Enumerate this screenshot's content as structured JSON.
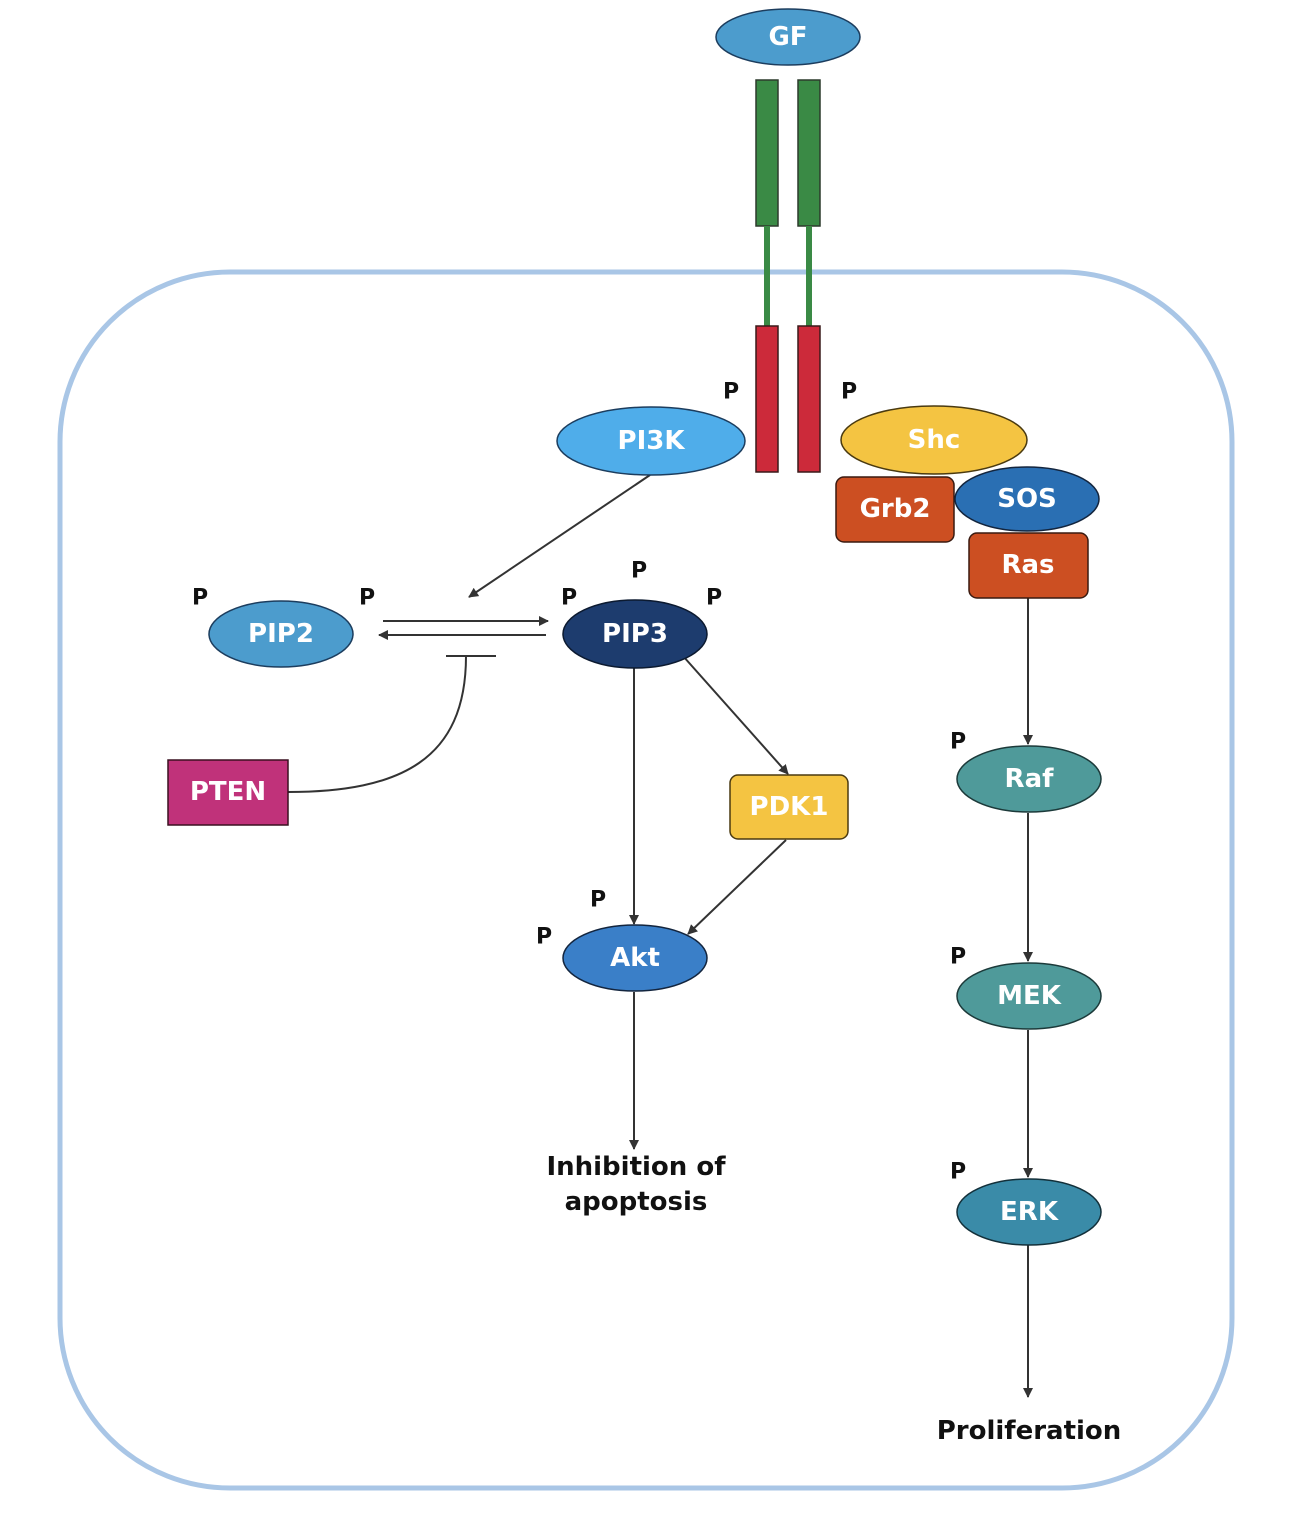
{
  "nodes": {
    "gf": "GF",
    "pi3k": "PI3K",
    "shc": "Shc",
    "grb2": "Grb2",
    "sos": "SOS",
    "ras": "Ras",
    "pip2": "PIP2",
    "pip3": "PIP3",
    "pten": "PTEN",
    "pdk1": "PDK1",
    "akt": "Akt",
    "raf": "Raf",
    "mek": "MEK",
    "erk": "ERK"
  },
  "phospho_label": "P",
  "outcomes": {
    "apoptosis_line1": "Inhibition of",
    "apoptosis_line2": "apoptosis",
    "proliferation": "Proliferation"
  },
  "colors": {
    "membrane": "#a9c6e6",
    "receptor_extracellular": "#3a8a45",
    "receptor_intracellular": "#cc2a3a",
    "gf": "#4c9ccd",
    "pi3k": "#4fadea",
    "shc": "#f4c442",
    "grb2": "#cc4f22",
    "sos": "#2a6fb3",
    "ras": "#cc4f22",
    "pip2": "#4c9ccd",
    "pip3": "#1d3c6e",
    "pten": "#c0327a",
    "pdk1": "#f4c442",
    "akt": "#3a7fc8",
    "raf": "#4f9a9a",
    "mek": "#4f9a9a",
    "erk": "#3a8ba8"
  }
}
